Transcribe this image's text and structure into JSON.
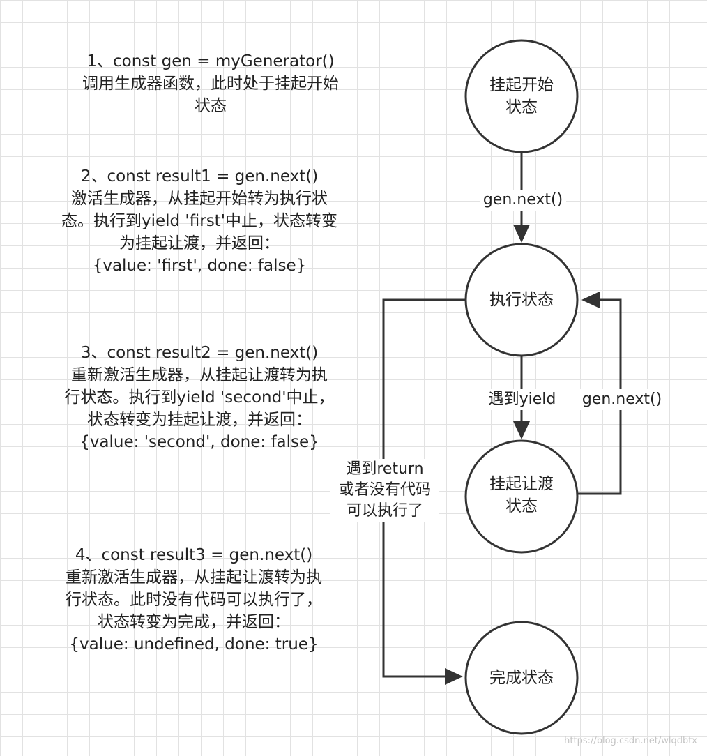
{
  "notes": [
    {
      "lines": [
        "1、const gen = myGenerator()",
        "调用生成器函数，此时处于挂起开始",
        "状态"
      ]
    },
    {
      "lines": [
        "2、const result1 = gen.next()",
        "激活生成器，从挂起开始转为执行状",
        "态。执行到yield 'first'中止，状态转变",
        "为挂起让渡，并返回：",
        "{value: 'first', done: false}"
      ]
    },
    {
      "lines": [
        "3、const result2 = gen.next()",
        "重新激活生成器，从挂起让渡转为执",
        "行状态。执行到yield 'second'中止，",
        "状态转变为挂起让渡，并返回：",
        "{value: 'second', done: false}"
      ]
    },
    {
      "lines": [
        "4、const result3 = gen.next()",
        "重新激活生成器，从挂起让渡转为执",
        "行状态。此时没有代码可以执行了，",
        "状态转变为完成，并返回：",
        "{value: undefined, done: true}"
      ]
    }
  ],
  "nodes": {
    "suspended_start": {
      "lines": [
        "挂起开始",
        "状态"
      ]
    },
    "executing": {
      "lines": [
        "执行状态"
      ]
    },
    "suspended_yield": {
      "lines": [
        "挂起让渡",
        "状态"
      ]
    },
    "completed": {
      "lines": [
        "完成状态"
      ]
    }
  },
  "edges": {
    "start_to_executing": {
      "lines": [
        "gen.next()"
      ]
    },
    "executing_to_yield": {
      "lines": [
        "遇到yield"
      ]
    },
    "yield_to_executing": {
      "lines": [
        "gen.next()"
      ]
    },
    "executing_to_completed": {
      "lines": [
        "遇到return",
        "或者没有代码",
        "可以执行了"
      ]
    }
  },
  "watermark": "https://blog.csdn.net/wlqdbtx",
  "colors": {
    "stroke": "#333333",
    "grid": "#e2e2e2",
    "text": "#222222"
  }
}
